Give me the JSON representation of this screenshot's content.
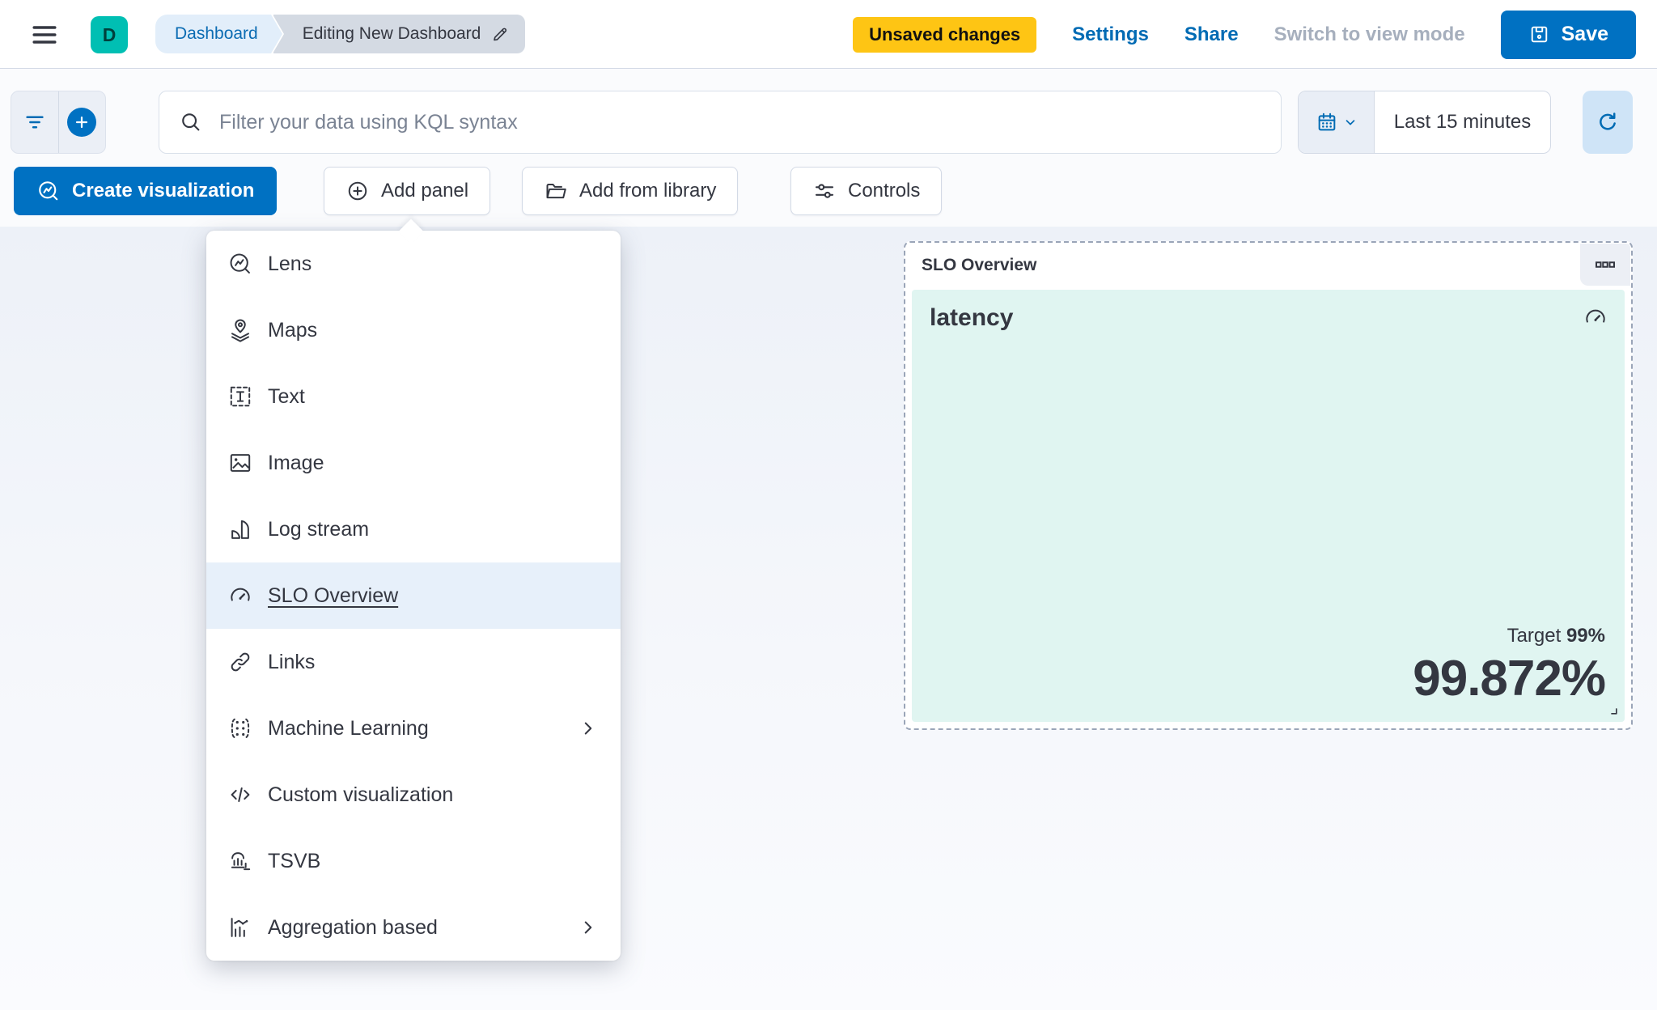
{
  "topbar": {
    "space_initial": "D",
    "breadcrumbs": {
      "root": "Dashboard",
      "current": "Editing New Dashboard"
    },
    "unsaved_badge": "Unsaved changes",
    "settings_label": "Settings",
    "share_label": "Share",
    "view_mode_label": "Switch to view mode",
    "save_label": "Save"
  },
  "filterbar": {
    "search_placeholder": "Filter your data using KQL syntax",
    "time_range": "Last 15 minutes"
  },
  "toolbar": {
    "create_visualization": "Create visualization",
    "add_panel": "Add panel",
    "add_from_library": "Add from library",
    "controls": "Controls"
  },
  "add_panel_menu": {
    "items": [
      {
        "label": "Lens",
        "icon": "lens-icon"
      },
      {
        "label": "Maps",
        "icon": "maps-icon"
      },
      {
        "label": "Text",
        "icon": "text-icon"
      },
      {
        "label": "Image",
        "icon": "image-icon"
      },
      {
        "label": "Log stream",
        "icon": "log-stream-icon"
      },
      {
        "label": "SLO Overview",
        "icon": "gauge-icon",
        "selected": true
      },
      {
        "label": "Links",
        "icon": "link-icon"
      },
      {
        "label": "Machine Learning",
        "icon": "machine-learning-icon",
        "has_submenu": true
      },
      {
        "label": "Custom visualization",
        "icon": "code-icon"
      },
      {
        "label": "TSVB",
        "icon": "tsvb-icon"
      },
      {
        "label": "Aggregation based",
        "icon": "aggregation-icon",
        "has_submenu": true
      }
    ]
  },
  "slo_panel": {
    "title": "SLO Overview",
    "metric_name": "latency",
    "target_label": "Target",
    "target_value": "99%",
    "value": "99.872%"
  },
  "colors": {
    "primary_blue": "#0071C2",
    "link_blue": "#006BB4",
    "brand_teal": "#00BFB3",
    "warning_yellow": "#FEC514",
    "text": "#343741",
    "panel_mint": "#E0F5F1",
    "menu_highlight": "#E7F0FA"
  }
}
